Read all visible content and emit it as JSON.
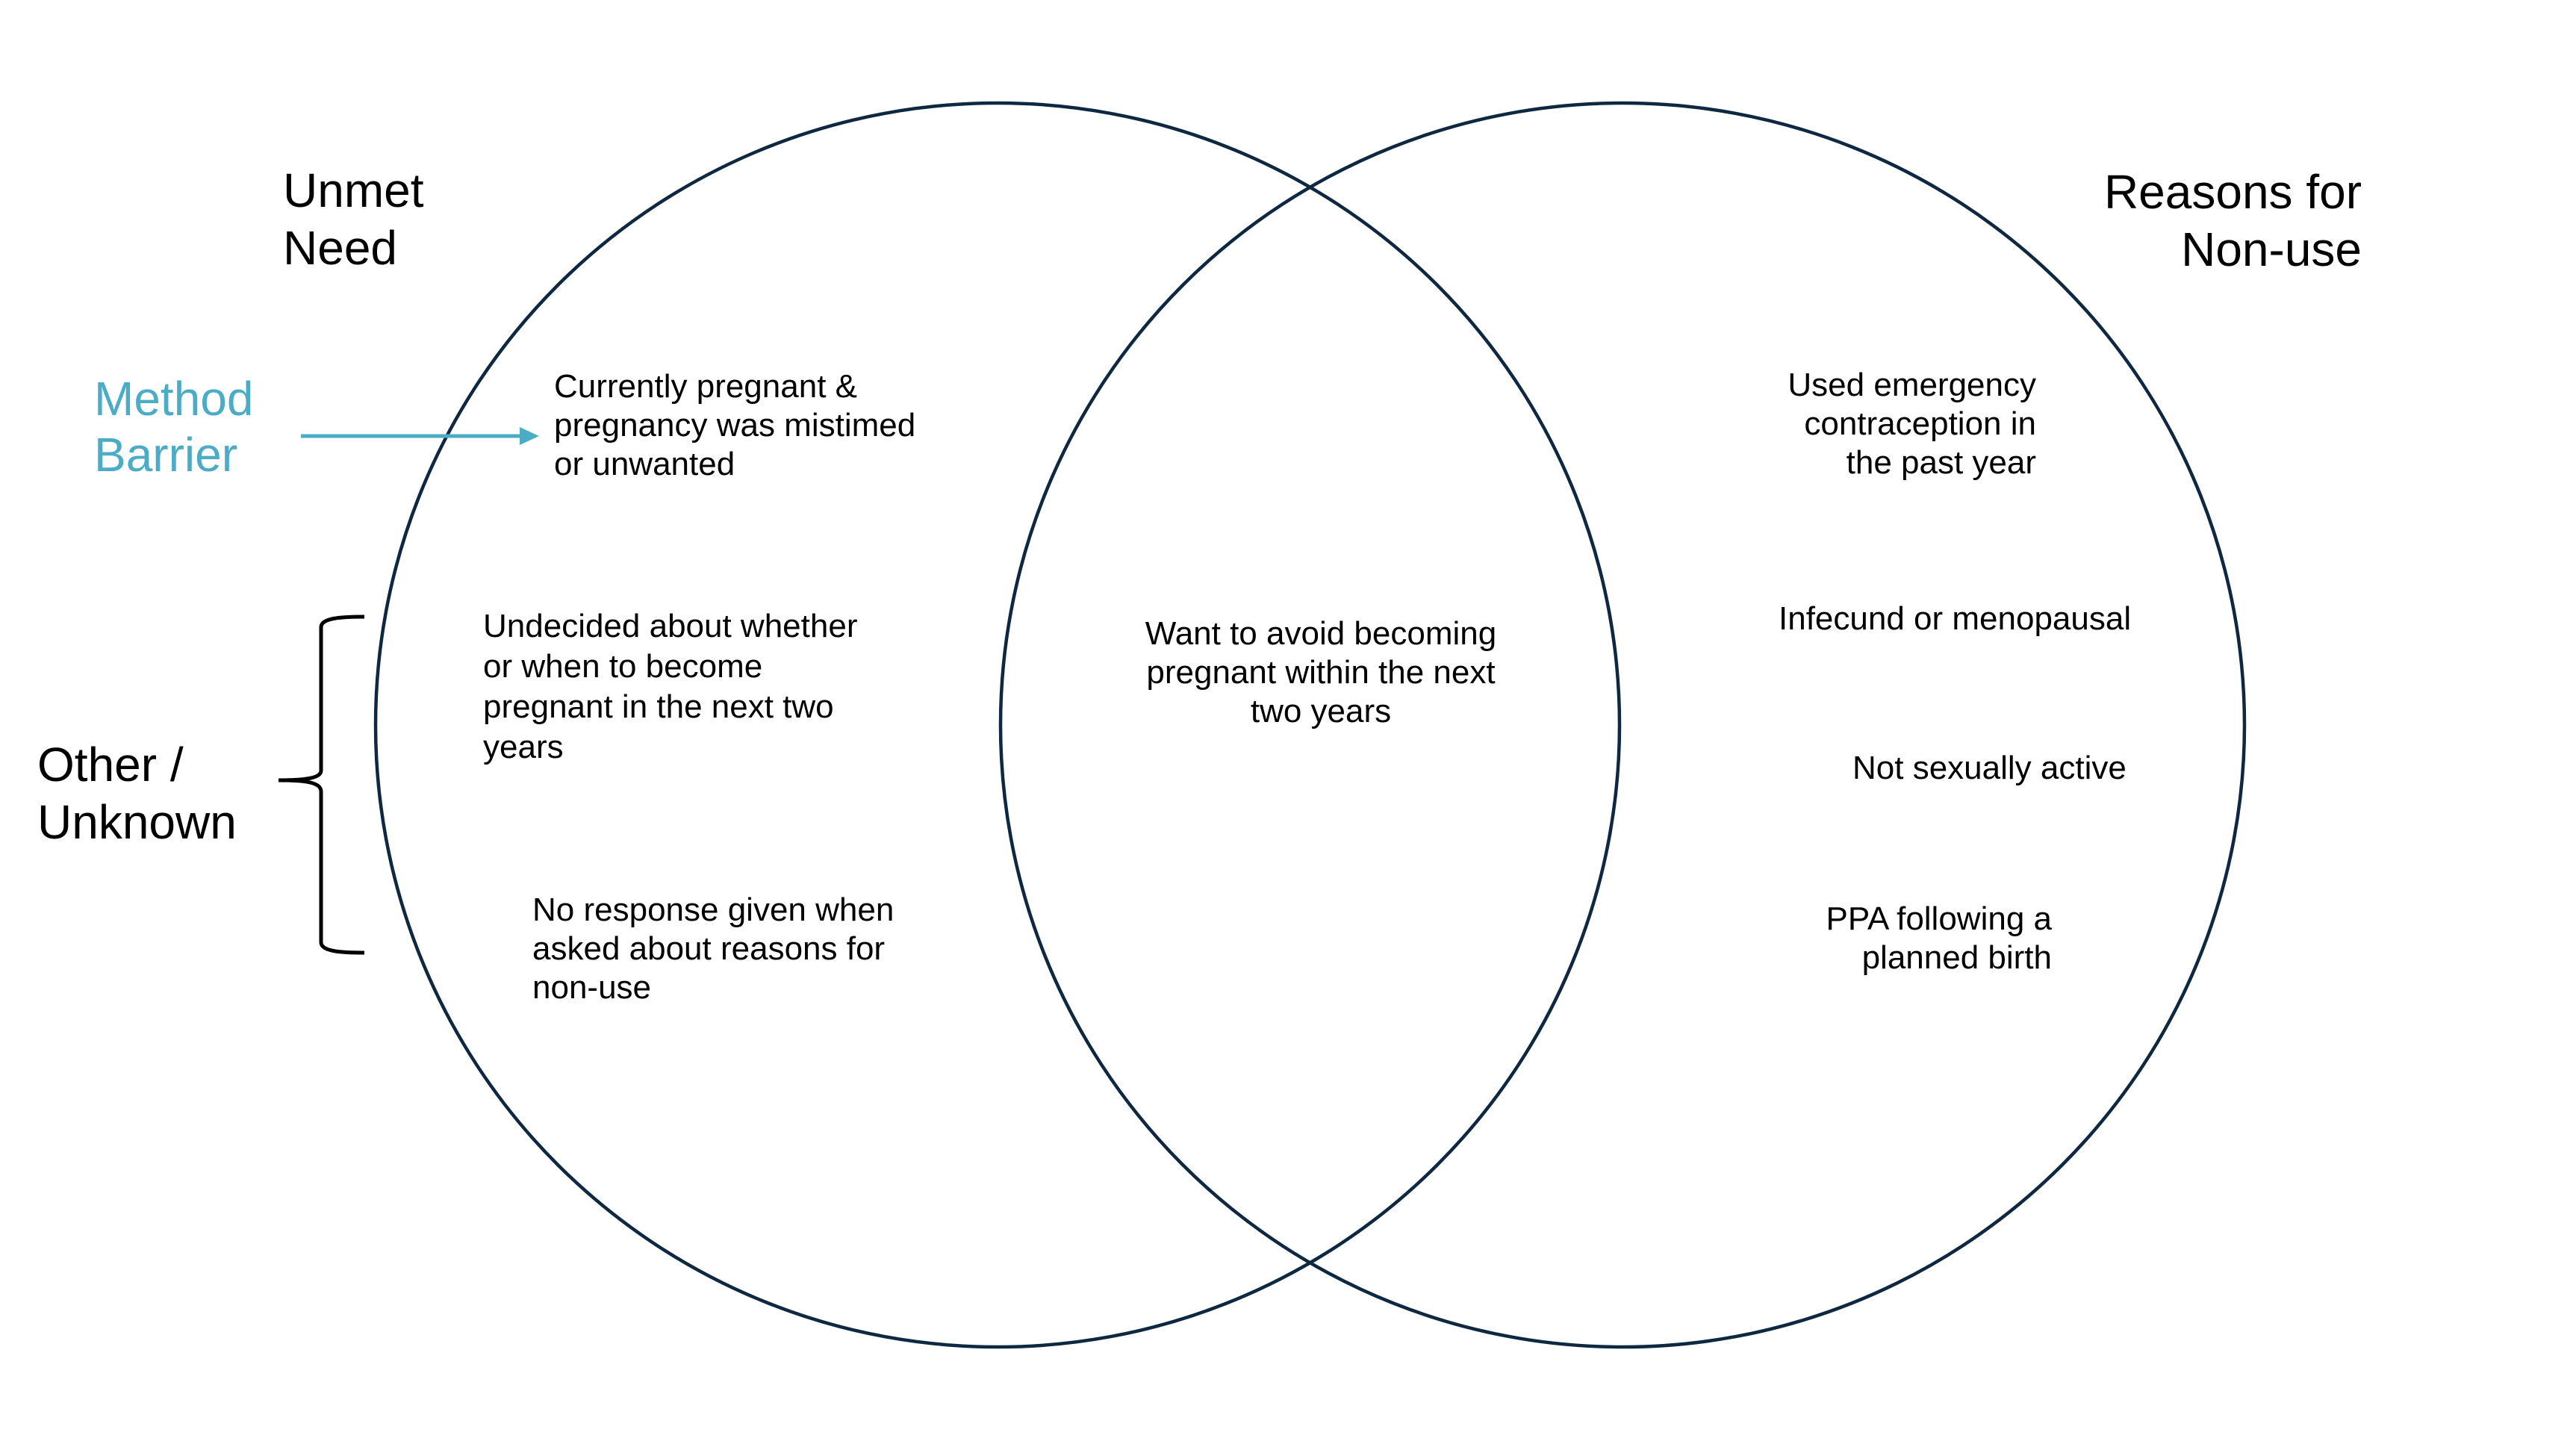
{
  "colors": {
    "circle_stroke": "#0e2841",
    "accent": "#4bacc6",
    "text": "#000000",
    "background": "#ffffff"
  },
  "sets": {
    "left": {
      "title_lines": [
        "Unmet",
        "Need"
      ],
      "items": [
        {
          "lines": [
            "Currently pregnant &",
            "pregnancy was mistimed",
            "or unwanted"
          ]
        },
        {
          "lines": [
            "Undecided about whether",
            "or when to become",
            "pregnant in the next two",
            "years"
          ]
        },
        {
          "lines": [
            "No response given when",
            "asked about reasons for",
            "non-use"
          ]
        }
      ]
    },
    "right": {
      "title_lines": [
        "Reasons for",
        "Non-use"
      ],
      "items": [
        {
          "lines": [
            "Used emergency",
            "contraception in",
            "the past year"
          ]
        },
        {
          "lines": [
            "Infecund or menopausal"
          ]
        },
        {
          "lines": [
            "Not sexually active"
          ]
        },
        {
          "lines": [
            "PPA following a",
            "planned birth"
          ]
        }
      ]
    },
    "intersection": {
      "lines": [
        "Want to avoid becoming",
        "pregnant within the next",
        "two years"
      ]
    }
  },
  "annotations": {
    "method_barrier": {
      "lines": [
        "Method",
        "Barrier"
      ],
      "icon": "arrow-right-icon"
    },
    "other_unknown": {
      "lines": [
        "Other /",
        "Unknown"
      ],
      "icon": "curly-brace-icon"
    }
  }
}
